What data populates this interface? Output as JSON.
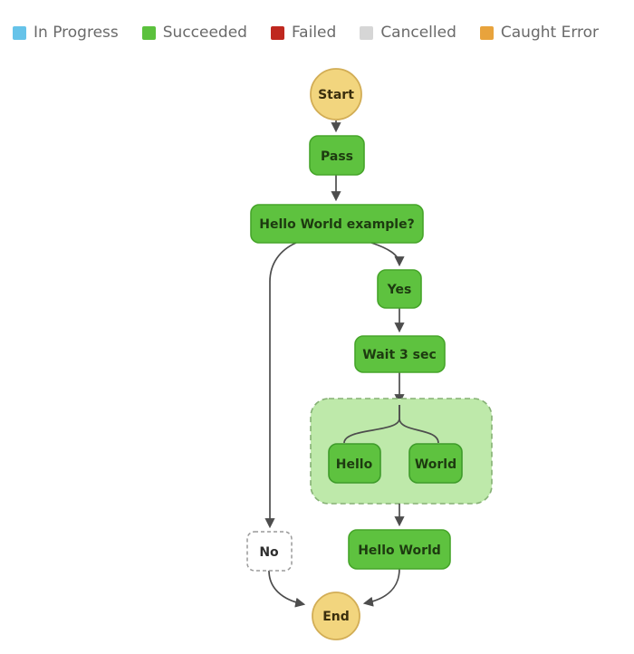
{
  "legend": {
    "items": [
      {
        "label": "In Progress",
        "color": "#66c3e9"
      },
      {
        "label": "Succeeded",
        "color": "#5bc13d"
      },
      {
        "label": "Failed",
        "color": "#bf281f"
      },
      {
        "label": "Cancelled",
        "color": "#d6d6d6"
      },
      {
        "label": "Caught Error",
        "color": "#e8a33c"
      }
    ]
  },
  "graph": {
    "nodes": {
      "start": {
        "label": "Start",
        "status": "start"
      },
      "pass": {
        "label": "Pass",
        "status": "succeeded"
      },
      "choice": {
        "label": "Hello World example?",
        "status": "succeeded"
      },
      "yes": {
        "label": "Yes",
        "status": "succeeded"
      },
      "wait": {
        "label": "Wait 3 sec",
        "status": "succeeded"
      },
      "parallel": {
        "label": "",
        "status": "succeeded-group"
      },
      "hello": {
        "label": "Hello",
        "status": "succeeded"
      },
      "world": {
        "label": "World",
        "status": "succeeded"
      },
      "hello_world": {
        "label": "Hello World",
        "status": "succeeded"
      },
      "no": {
        "label": "No",
        "status": "not-executed"
      },
      "end": {
        "label": "End",
        "status": "end"
      }
    },
    "edges": [
      {
        "from": "start",
        "to": "pass"
      },
      {
        "from": "pass",
        "to": "choice"
      },
      {
        "from": "choice",
        "to": "yes"
      },
      {
        "from": "choice",
        "to": "no"
      },
      {
        "from": "yes",
        "to": "wait"
      },
      {
        "from": "wait",
        "to": "parallel"
      },
      {
        "from": "parallel",
        "to": "hello"
      },
      {
        "from": "parallel",
        "to": "world"
      },
      {
        "from": "parallel",
        "to": "hello_world"
      },
      {
        "from": "hello_world",
        "to": "end"
      },
      {
        "from": "no",
        "to": "end"
      }
    ]
  },
  "colors": {
    "succeeded_fill": "#5ec23f",
    "succeeded_border": "#46a52a",
    "inner_border": "#3e9b2a",
    "parallel_fill": "#bee9aa",
    "parallel_border": "#85b074",
    "terminal_fill": "#f2d57e",
    "terminal_border": "#d2ad55",
    "skipped_fill": "#ffffff",
    "skipped_border": "#9a9a9a",
    "skipped_text": "#2e2e2e",
    "edge": "#4d4d4d",
    "node_text": "#1d3a10",
    "terminal_text": "#3a2e0d",
    "legend_text": "#6a6a6a"
  }
}
